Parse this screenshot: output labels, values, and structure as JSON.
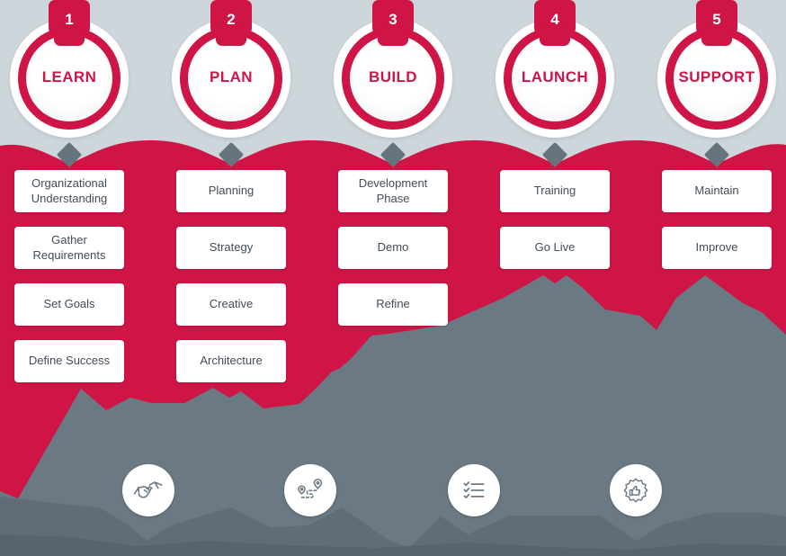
{
  "steps": [
    {
      "number": "1",
      "title": "LEARN",
      "items": [
        "Organizational Understanding",
        "Gather Requirements",
        "Set Goals",
        "Define Success"
      ]
    },
    {
      "number": "2",
      "title": "PLAN",
      "items": [
        "Planning",
        "Strategy",
        "Creative",
        "Architecture"
      ]
    },
    {
      "number": "3",
      "title": "BUILD",
      "items": [
        "Development Phase",
        "Demo",
        "Refine"
      ]
    },
    {
      "number": "4",
      "title": "LAUNCH",
      "items": [
        "Training",
        "Go Live"
      ]
    },
    {
      "number": "5",
      "title": "SUPPORT",
      "items": [
        "Maintain",
        "Improve"
      ]
    }
  ],
  "footer_icons": [
    "handshake-icon",
    "route-map-icon",
    "checklist-icon",
    "badge-thumbs-up-icon"
  ],
  "colors": {
    "accent_red": "#ce1546",
    "band_gray": "#cdd6da",
    "mountain_medium": "#6a7983",
    "mountain_dark": "#5f6d76",
    "mountain_darkest": "#57646d",
    "diamond_gray": "#66747e",
    "box_text": "#414e59",
    "icon_stroke": "#6d7c85"
  }
}
